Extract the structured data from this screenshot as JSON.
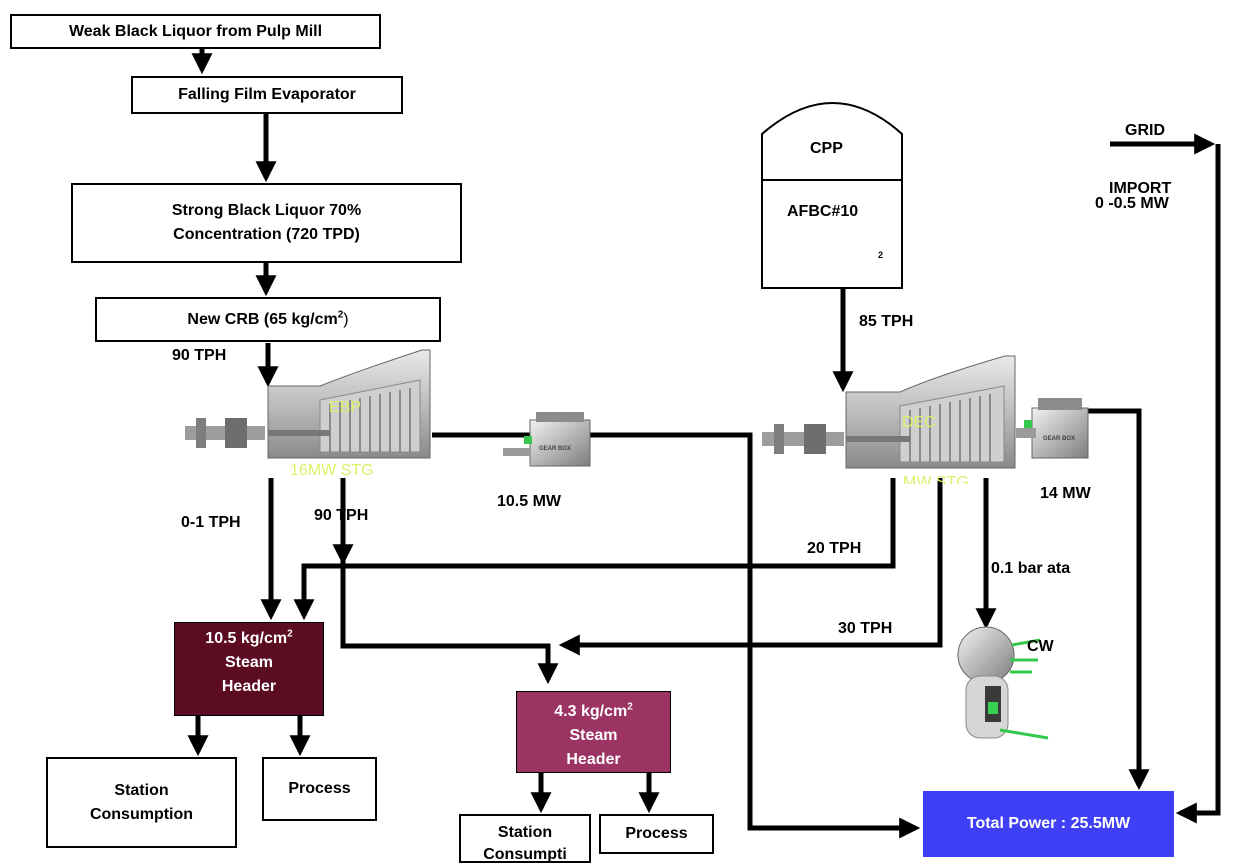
{
  "source": {
    "line1": "Weak Black Liquor from Pulp Mill"
  },
  "evaporator": {
    "label": "Falling Film Evaporator"
  },
  "strong_liquor": {
    "line1": "Strong Black Liquor 70%",
    "line2": "Concentration (720 TPD)"
  },
  "crb": {
    "text": "New CRB (65 kg/cm",
    "sup": "2",
    "close": ")"
  },
  "flows": {
    "crb_to_stg": "90 TPH",
    "stg_bleed_1": "0-1 TPH",
    "stg_exhaust": "90 TPH",
    "cpp_to_dec": "85 TPH",
    "dec_bleed_1": "20 TPH",
    "dec_bleed_2": "30 TPH",
    "condenser_pressure": "0.1 bar ata"
  },
  "ebp_turbine": {
    "tag": "EBP",
    "caption": "16MW STG"
  },
  "dec_turbine": {
    "tag": "DEC",
    "caption": "MW STG"
  },
  "gearbox": {
    "label": "GEAR BOX"
  },
  "power": {
    "ebp_output": "10.5 MW",
    "dec_output": "14 MW",
    "total": "Total Power : 25.5MW"
  },
  "cpp": {
    "title": "CPP",
    "boiler": "AFBC#10",
    "footnote": "2"
  },
  "grid": {
    "title": "GRID",
    "import_label": "IMPORT",
    "import_value": "0 -0.5 MW"
  },
  "header_hp": {
    "line1": "10.5 kg/cm",
    "sup": "2",
    "line2": "Steam",
    "line3": "Header"
  },
  "header_lp": {
    "line1": "4.3 kg/cm",
    "sup": "2",
    "line2": "Steam",
    "line3": "Header"
  },
  "consumers": {
    "hp_station_line1": "Station",
    "hp_station_line2": "Consumption",
    "hp_process": "Process",
    "lp_station_line1": "Station",
    "lp_station_line2": "Consumpti",
    "lp_process": "Process"
  },
  "condenser": {
    "label": "CW"
  },
  "colors": {
    "hp_header": "#5b0b22",
    "lp_header": "#9b3462",
    "total_power": "#3f3ff5",
    "turbine_label": "#d8f36a"
  }
}
